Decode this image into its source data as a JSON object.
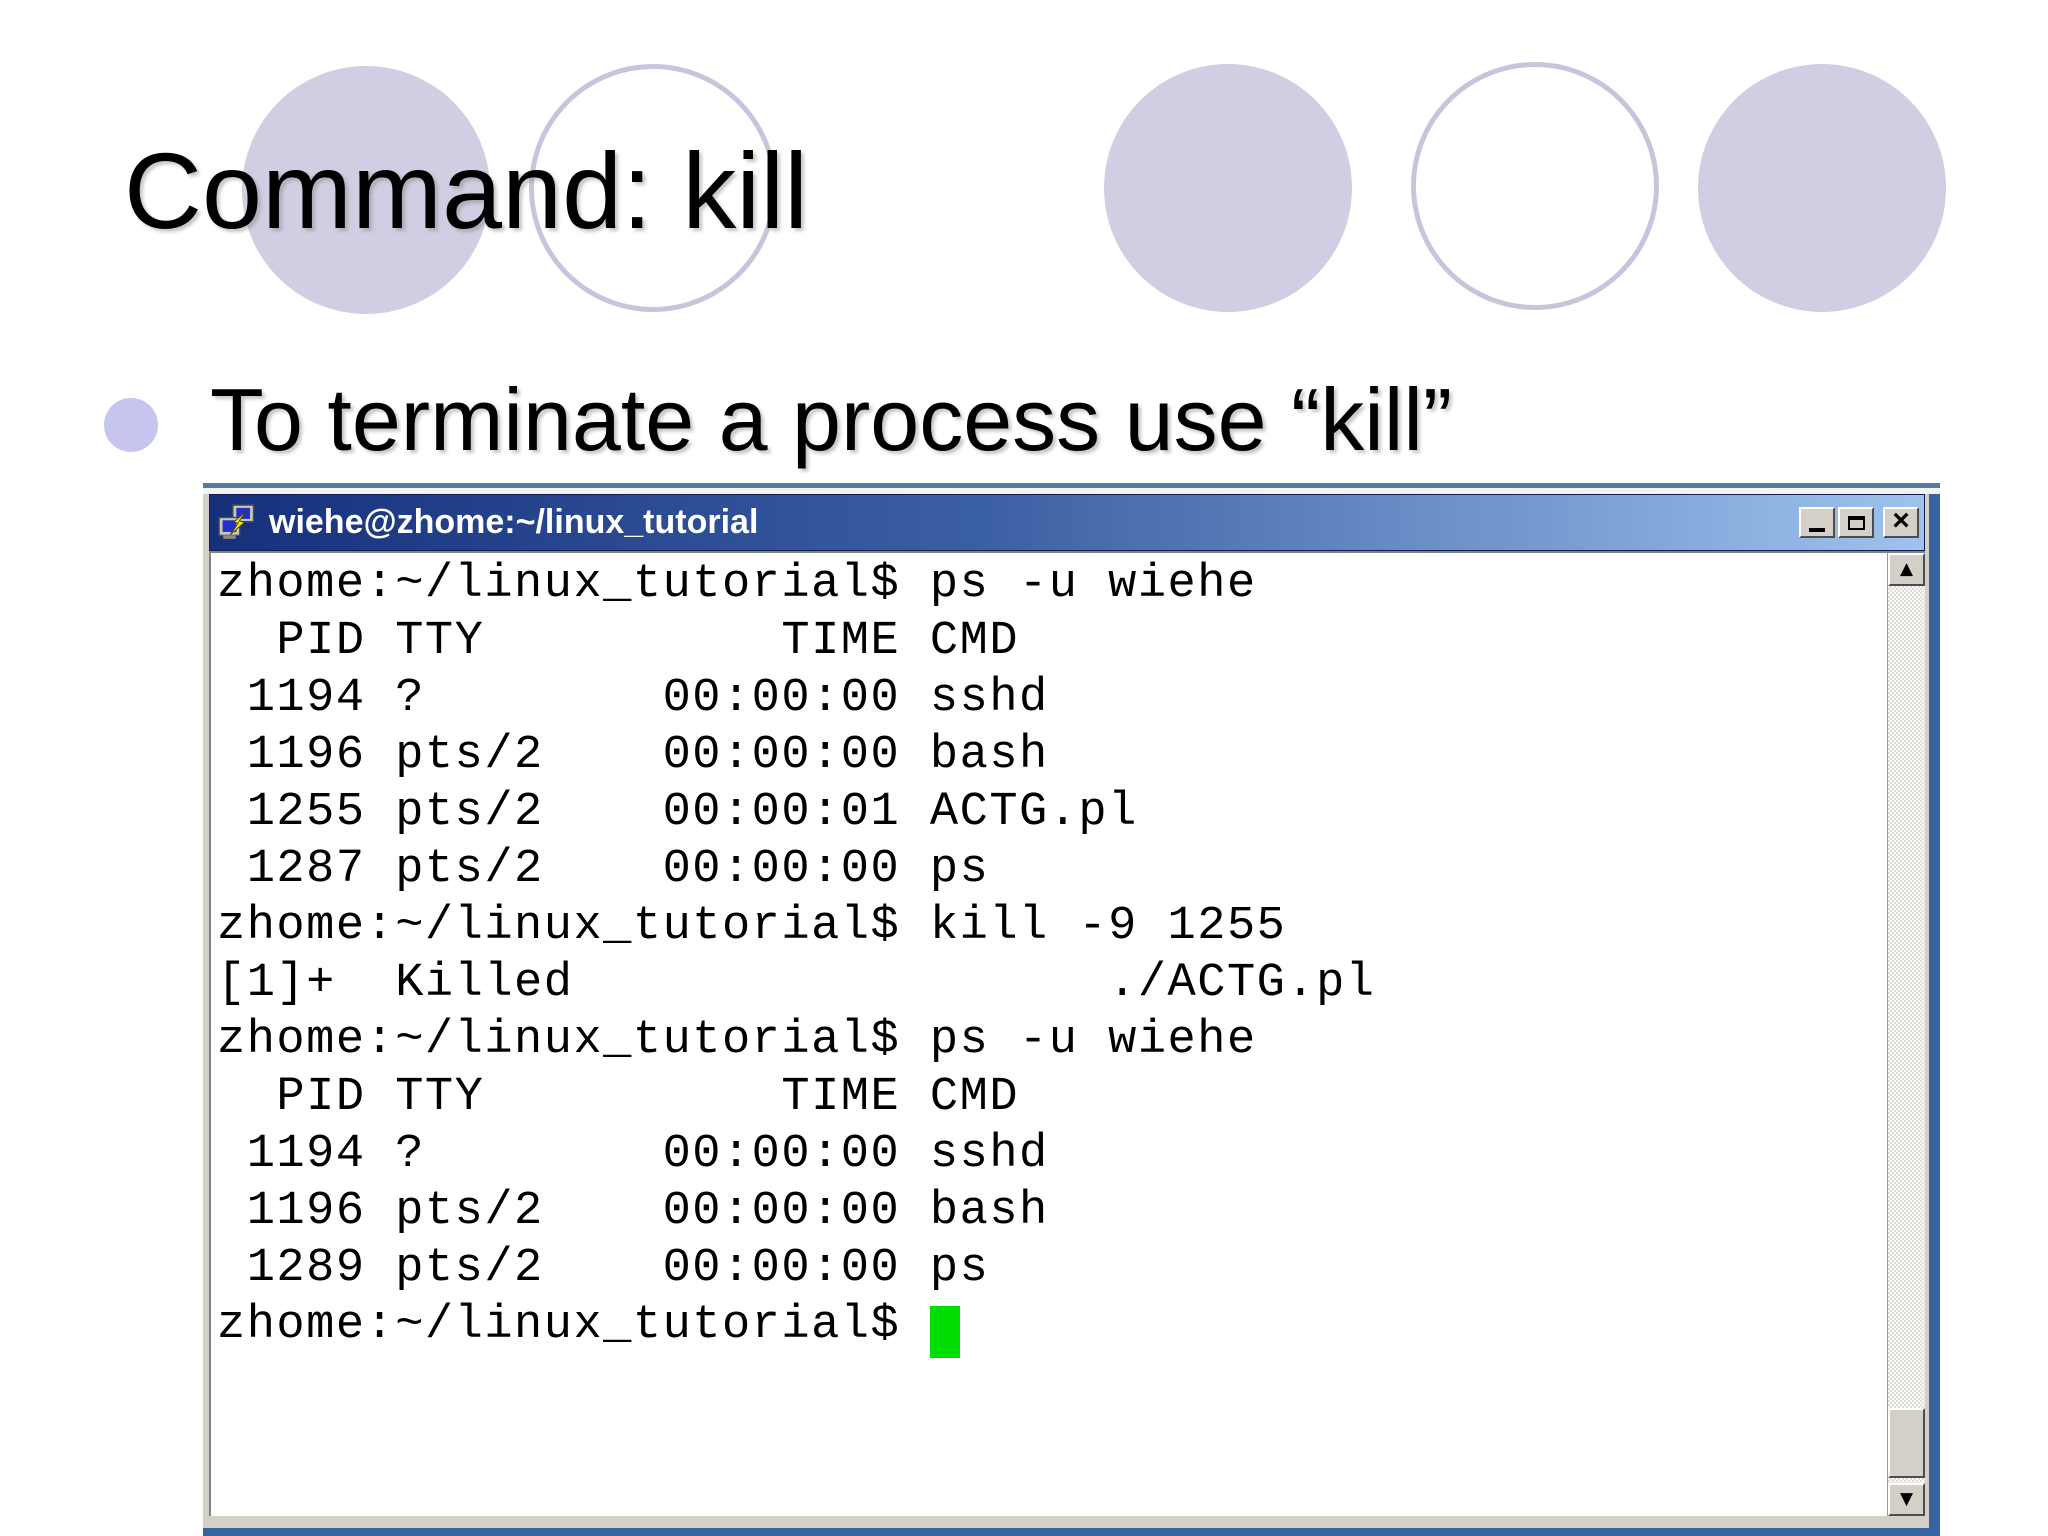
{
  "slide": {
    "title": "Command: kill",
    "bullet": "To terminate a process use “kill”"
  },
  "terminal": {
    "window_title": "wiehe@zhome:~/linux_tutorial",
    "window_controls": {
      "close_glyph": "×"
    },
    "scrollbar": {
      "up_glyph": "▲",
      "down_glyph": "▼"
    },
    "lines": [
      "zhome:~/linux_tutorial$ ps -u wiehe",
      "  PID TTY          TIME CMD",
      " 1194 ?        00:00:00 sshd",
      " 1196 pts/2    00:00:00 bash",
      " 1255 pts/2    00:00:01 ACTG.pl",
      " 1287 pts/2    00:00:00 ps",
      "zhome:~/linux_tutorial$ kill -9 1255",
      "[1]+  Killed                  ./ACTG.pl",
      "zhome:~/linux_tutorial$ ps -u wiehe",
      "  PID TTY          TIME CMD",
      " 1194 ?        00:00:00 sshd",
      " 1196 pts/2    00:00:00 bash",
      " 1289 pts/2    00:00:00 ps",
      "zhome:~/linux_tutorial$ "
    ]
  },
  "colors": {
    "titlebar_gradient_left": "#16307c",
    "titlebar_gradient_right": "#9fc3ee",
    "window_frame_gray": "#d4d0c8",
    "window_border_blue": "#36649f",
    "window_topline_teal": "#4f7d9b",
    "ellipse_fill": "#cfcee2",
    "ellipse_outline": "#c7c5db",
    "bullet_dot": "#c5c5ef",
    "cursor_green": "#00dd00",
    "terminal_text": "#000000",
    "terminal_background": "#ffffff"
  }
}
